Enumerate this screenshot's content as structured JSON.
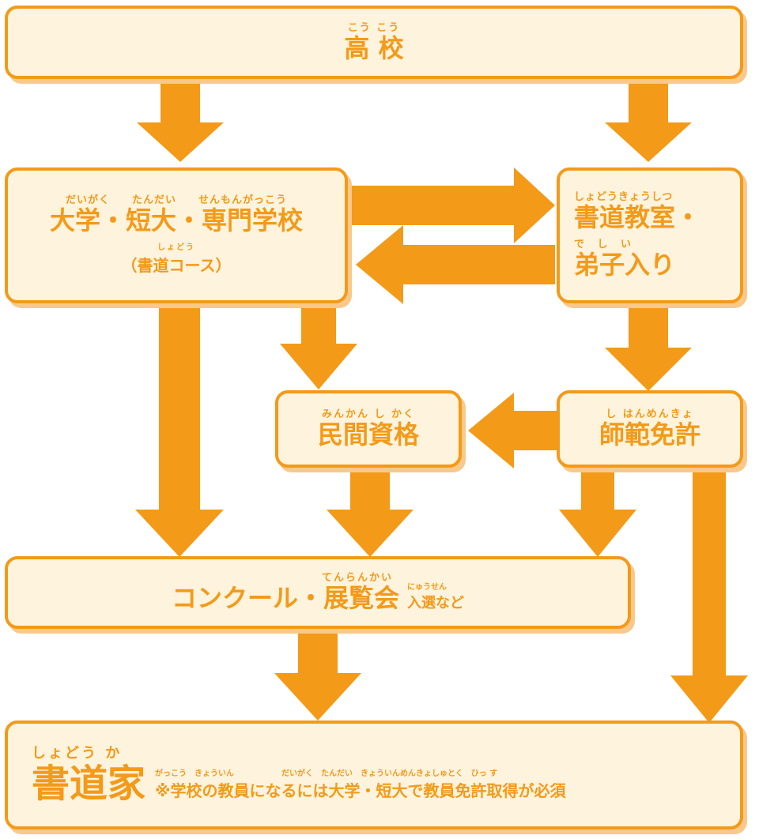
{
  "boxes": {
    "koukou": {
      "ruby": "こう こう",
      "label": "高 校"
    },
    "daigaku": {
      "ruby": "だいがく　　たんだい　　せんもんがっこう",
      "label": "大学・短大・専門学校",
      "sub_ruby": "しょどう",
      "sub": "（書道コース）"
    },
    "shodou_kyoushitsu": {
      "ruby1": "しょどうきょうしつ",
      "label1": "書道教室・",
      "ruby2": "で し い",
      "label2": "弟子入り"
    },
    "minkan": {
      "ruby": "みんかん し かく",
      "label": "民間資格"
    },
    "shihan": {
      "ruby": "し はんめんきょ",
      "label": "師範免許"
    },
    "concours": {
      "ruby": "てんらんかい",
      "label": "コンクール・展覧会",
      "note_ruby": "にゅうせん",
      "note": "入選など"
    },
    "shodouka": {
      "ruby": "しょどう か",
      "label": "書道家",
      "note_ruby": "がっこう　きょういん　　　　　　だいがく　たんだい　きょういんめんきょしゅとく　ひっ す",
      "note": "※学校の教員になるには大学・短大で教員免許取得が必須"
    }
  },
  "colors": {
    "accent": "#f39a19",
    "box_fill": "#fef3dd",
    "shadow": "#f8c98a"
  }
}
